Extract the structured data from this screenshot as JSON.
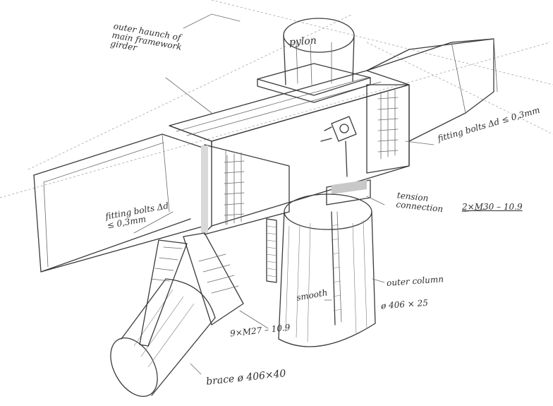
{
  "labels": {
    "pylon": "pylon",
    "outer_haunch": "outer haunch of main framework girder",
    "fitting_bolts_right": "fitting bolts Δd ≤ 0,3mm",
    "fitting_bolts_left": "fitting bolts Δd ≤ 0,3mm",
    "tension_connection": "tension connection",
    "tension_bolts": "2×M30 – 10.9",
    "outer_column": "outer column",
    "column_size": "ø 406 × 25",
    "smooth": "smooth",
    "brace_bolts": "9×M27 – 10.9",
    "brace": "brace ø 406×40"
  }
}
